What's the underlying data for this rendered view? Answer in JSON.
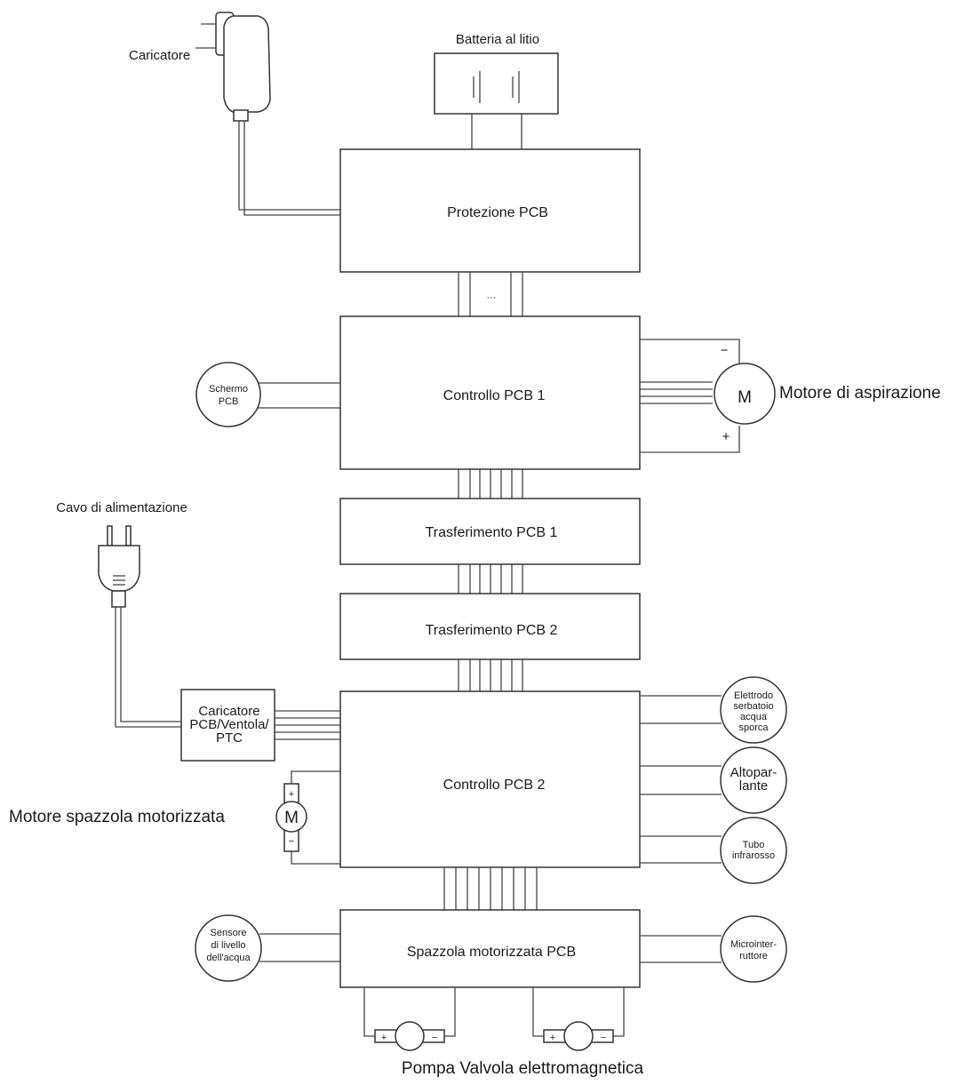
{
  "blocks": {
    "battery": "Batteria al litio",
    "protection_pcb": "Protezione PCB",
    "ellipsis": "···",
    "control_pcb_1": "Controllo PCB 1",
    "transfer_pcb_1": "Trasferimento PCB 1",
    "transfer_pcb_2": "Trasferimento PCB 2",
    "control_pcb_2": "Controllo PCB 2",
    "brush_pcb": "Spazzola motorizzata PCB",
    "charger_pcb": [
      "Caricatore",
      "PCB/Ventola/",
      "PTC"
    ]
  },
  "labels": {
    "charger": "Caricatore",
    "power_cord": "Cavo di alimentazione",
    "suction_motor": "Motore di aspirazione",
    "brush_motor": "Motore spazzola motorizzata",
    "pump_valve": "Pompa Valvola elettromagnetica"
  },
  "components": {
    "screen_pcb": [
      "Schermo",
      "PCB"
    ],
    "electrode": [
      "Elettrodo",
      "serbatoio",
      "acqua",
      "sporca"
    ],
    "speaker": [
      "Altopar-",
      "lante"
    ],
    "ir_tube": [
      "Tubo",
      "infrarosso"
    ],
    "water_sensor": [
      "Sensore",
      "di livello",
      "dell'acqua"
    ],
    "microswitch": [
      "Microinter-",
      "ruttore"
    ]
  },
  "symbols": {
    "motor_letter": "M",
    "plus": "+",
    "minus": "−"
  }
}
